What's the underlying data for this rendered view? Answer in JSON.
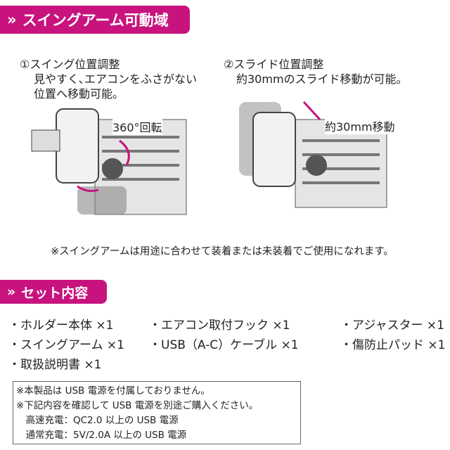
{
  "section1": {
    "icon": "double-chevron-icon",
    "chevron": "»",
    "title": "スイングアーム可動域"
  },
  "swing": {
    "heading": "①スイング位置調整",
    "line1": "見やすく､エアコンをふさがない",
    "line2": "位置へ移動可能。",
    "label": "360°回転"
  },
  "slide": {
    "heading": "②スライド位置調整",
    "line1": "約30mmのスライド移動が可能。",
    "label": "約30mm移動"
  },
  "note": "※スイングアームは用途に合わせて装着または未装着でご使用になれます。",
  "section2": {
    "chevron": "»",
    "title": "セット内容"
  },
  "contents": [
    "・ホルダー本体 ×1",
    "・エアコン取付フック ×1",
    "・アジャスター ×1",
    "・スイングアーム ×1",
    "・USB（A-C）ケーブル ×1",
    "・傷防止パッド ×1",
    "・取扱説明書 ×1"
  ],
  "notice": [
    "※本製品は USB 電源を付属しておりません。",
    "※下記内容を確認して USB 電源を別途ご購入ください。",
    "　高速充電：QC2.0 以上の USB 電源",
    "　通常充電：5V/2.0A 以上の USB 電源"
  ],
  "colors": {
    "accent": "#c8137e"
  }
}
